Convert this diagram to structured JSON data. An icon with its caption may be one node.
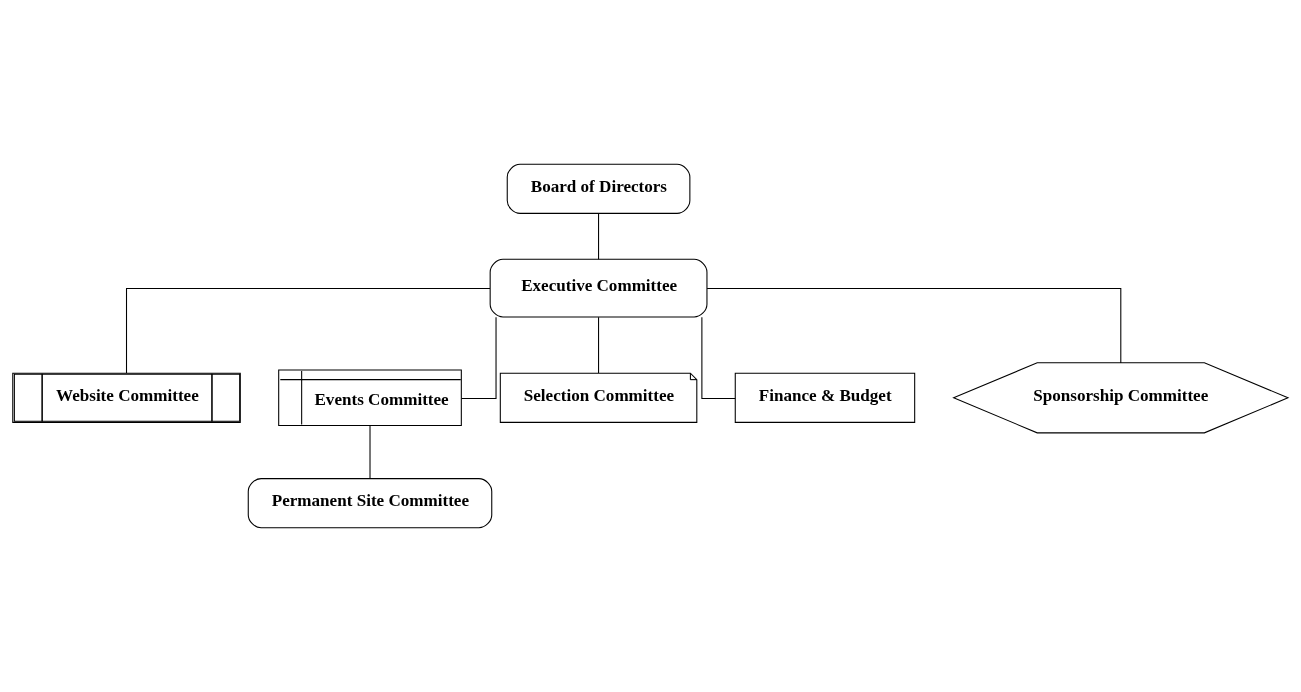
{
  "diagram": {
    "nodes": [
      {
        "text": [
          "Board of Directors"
        ]
      },
      {
        "text": [
          "Executive Committee"
        ]
      },
      {
        "text": [
          "Website Committee"
        ]
      },
      {
        "text": [
          "Events Committee"
        ]
      },
      {
        "text": [
          "Selection Committee"
        ]
      },
      {
        "text": [
          "Finance & Budget"
        ]
      },
      {
        "text": [
          "Sponsorship Committee"
        ]
      },
      {
        "text": [
          "Permanent Site Committee"
        ]
      }
    ],
    "edges": [
      {
        "from": 0,
        "to": 1,
        "arrow": "none"
      },
      {
        "from": 1,
        "to": 2,
        "arrow": "none"
      },
      {
        "from": 1,
        "to": 3,
        "arrow": "none"
      },
      {
        "from": 1,
        "to": 4,
        "arrow": "none"
      },
      {
        "from": 1,
        "to": 5,
        "arrow": "none"
      },
      {
        "from": 1,
        "to": 6,
        "arrow": "none"
      },
      {
        "from": 3,
        "to": 7,
        "arrow": "none"
      }
    ]
  }
}
